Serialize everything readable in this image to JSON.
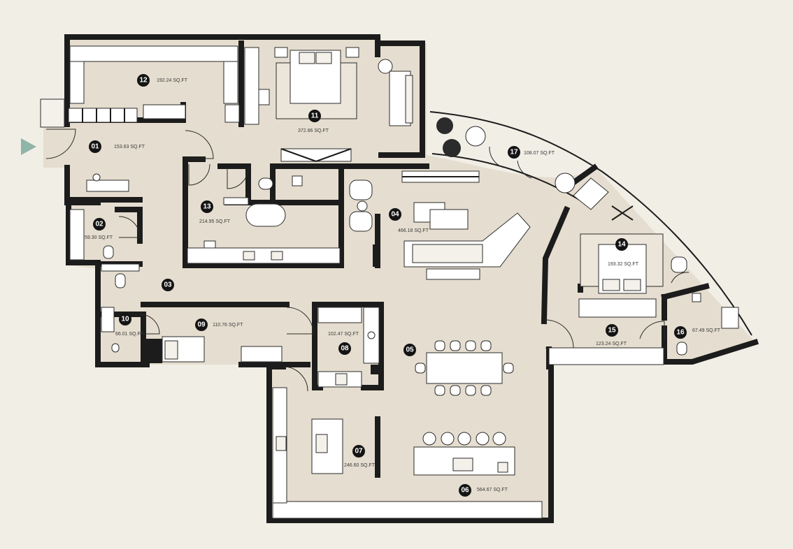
{
  "entrance_marker": "entrance-arrow",
  "colors": {
    "background": "#f1eee6",
    "floor": "#e5ddcf",
    "walls": "#1c1c1c",
    "badge": "#141414",
    "entrance_arrow": "#8fb5a8"
  },
  "rooms": [
    {
      "id": "01",
      "area": "153.63 SQ.FT"
    },
    {
      "id": "02",
      "area": "59.30 SQ.FT"
    },
    {
      "id": "03",
      "area": ""
    },
    {
      "id": "04",
      "area": "466.18 SQ.FT"
    },
    {
      "id": "05",
      "area": ""
    },
    {
      "id": "06",
      "area": "564.67 SQ.FT"
    },
    {
      "id": "07",
      "area": "246.60 SQ.FT"
    },
    {
      "id": "08",
      "area": "102.47 SQ.FT"
    },
    {
      "id": "09",
      "area": "110.76 SQ.FT"
    },
    {
      "id": "10",
      "area": "66.01 SQ.FT"
    },
    {
      "id": "11",
      "area": "372.86 SQ.FT"
    },
    {
      "id": "12",
      "area": "192.24 SQ.FT"
    },
    {
      "id": "13",
      "area": "214.95 SQ.FT"
    },
    {
      "id": "14",
      "area": "193.32 SQ.FT"
    },
    {
      "id": "15",
      "area": "123.24 SQ.FT"
    },
    {
      "id": "16",
      "area": "67.49 SQ.FT"
    },
    {
      "id": "17",
      "area": "108.07 SQ.FT"
    }
  ]
}
